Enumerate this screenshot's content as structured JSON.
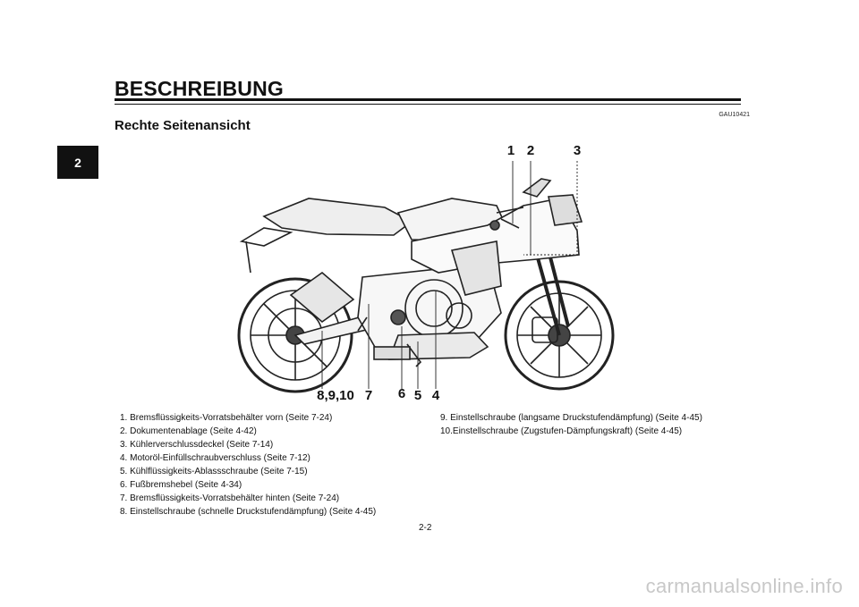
{
  "chapter_tab": "2",
  "section_title": "BESCHREIBUNG",
  "doc_code": "GAU10421",
  "subsection_title": "Rechte Seitenansicht",
  "callouts": {
    "c1": "1",
    "c2": "2",
    "c3": "3",
    "c8910": "8,9,10",
    "c7": "7",
    "c6": "6",
    "c5": "5",
    "c4": "4"
  },
  "parts_left": [
    "1. Bremsflüssigkeits-Vorratsbehälter vorn (Seite 7-24)",
    "2. Dokumentenablage (Seite 4-42)",
    "3. Kühlerverschlussdeckel (Seite 7-14)",
    "4. Motoröl-Einfüllschraubverschluss (Seite 7-12)",
    "5. Kühlflüssigkeits-Ablassschraube (Seite 7-15)",
    "6. Fußbremshebel (Seite 4-34)",
    "7. Bremsflüssigkeits-Vorratsbehälter hinten (Seite 7-24)",
    "8. Einstellschraube (schnelle Druckstufendämpfung) (Seite 4-45)"
  ],
  "parts_right": [
    "9. Einstellschraube (langsame Druckstufendämpfung) (Seite 4-45)",
    "10.Einstellschraube (Zugstufen-Dämpfungskraft) (Seite 4-45)"
  ],
  "page_number": "2-2",
  "watermark": "carmanualsonline.info"
}
